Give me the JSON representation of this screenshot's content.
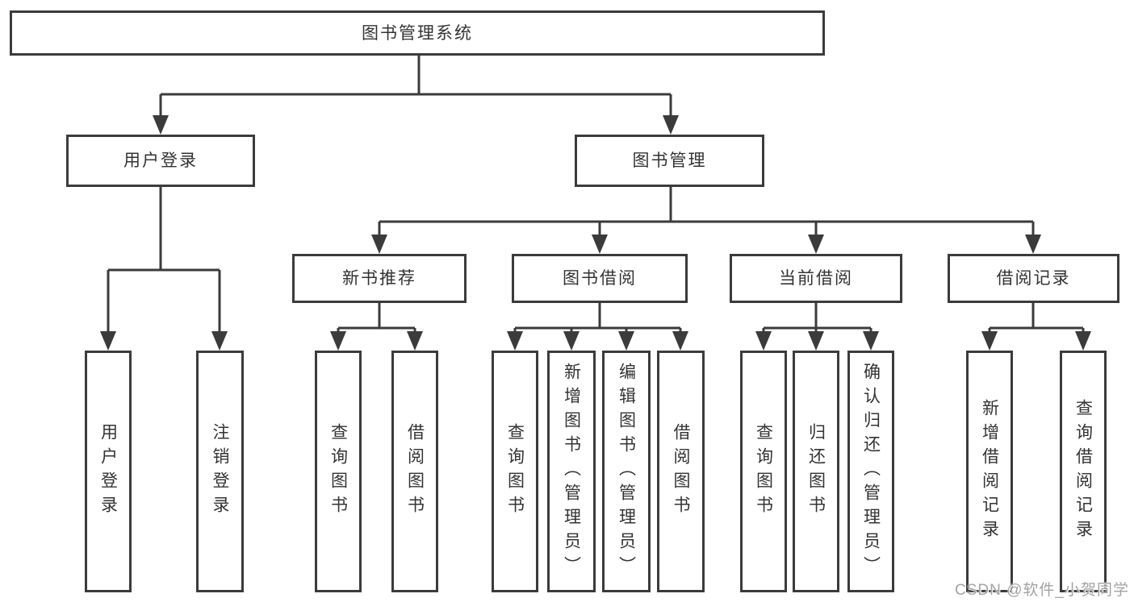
{
  "diagram": {
    "type": "hierarchy-tree",
    "root": {
      "label": "图书管理系统"
    },
    "level2": [
      {
        "label": "用户登录"
      },
      {
        "label": "图书管理"
      }
    ],
    "level3": [
      {
        "label": "新书推荐",
        "parent": "图书管理"
      },
      {
        "label": "图书借阅",
        "parent": "图书管理"
      },
      {
        "label": "当前借阅",
        "parent": "图书管理"
      },
      {
        "label": "借阅记录",
        "parent": "图书管理"
      }
    ],
    "leaves": [
      {
        "label": "用户登录",
        "parent": "用户登录"
      },
      {
        "label": "注销登录",
        "parent": "用户登录"
      },
      {
        "label": "查询图书",
        "parent": "新书推荐"
      },
      {
        "label": "借阅图书",
        "parent": "新书推荐"
      },
      {
        "label": "查询图书",
        "parent": "图书借阅"
      },
      {
        "label": "新增图书（管理员）",
        "parent": "图书借阅"
      },
      {
        "label": "编辑图书（管理员）",
        "parent": "图书借阅"
      },
      {
        "label": "借阅图书",
        "parent": "图书借阅"
      },
      {
        "label": "查询图书",
        "parent": "当前借阅"
      },
      {
        "label": "归还图书",
        "parent": "当前借阅"
      },
      {
        "label": "确认归还（管理员）",
        "parent": "当前借阅"
      },
      {
        "label": "新增借阅记录",
        "parent": "借阅记录"
      },
      {
        "label": "查询借阅记录",
        "parent": "借阅记录"
      }
    ]
  },
  "watermark": {
    "text": "CSDN @软件_小贺同学"
  },
  "colors": {
    "line": "#3b3b3b",
    "box_border": "#3b3b3b",
    "box_fill": "#ffffff",
    "text": "#333333",
    "watermark": "#a3a3a3",
    "background": "#ffffff"
  }
}
